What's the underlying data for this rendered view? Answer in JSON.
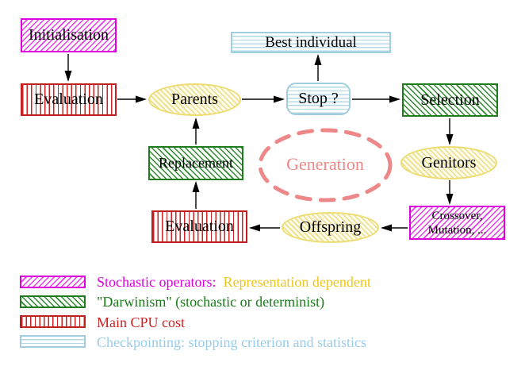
{
  "nodes": {
    "initialisation": {
      "label": "Initialisation"
    },
    "evaluation_top": {
      "label": "Evaluation"
    },
    "parents": {
      "label": "Parents"
    },
    "best_individual": {
      "label": "Best individual"
    },
    "stop": {
      "label": "Stop ?"
    },
    "selection": {
      "label": "Selection"
    },
    "genitors": {
      "label": "Genitors"
    },
    "crossover": {
      "label_line1": "Crossover,",
      "label_line2": "Mutation, ..."
    },
    "offspring": {
      "label": "Offspring"
    },
    "evaluation_bottom": {
      "label": "Evaluation"
    },
    "replacement": {
      "label": "Replacement"
    },
    "generation": {
      "label": "Generation"
    }
  },
  "legend": {
    "rows": [
      {
        "label": "Stochastic operators:",
        "label2": "Representation dependent"
      },
      {
        "label": "\"Darwinism\" (stochastic or determinist)"
      },
      {
        "label": "Main CPU cost"
      },
      {
        "label": "Checkpointing: stopping criterion and statistics"
      }
    ]
  },
  "colors": {
    "magenta": "#dd00dd",
    "red": "#cc2222",
    "green": "#1e7b1e",
    "yellow_border": "#ecdc72",
    "cyan": "#a0cede",
    "salmon": "#ee8888",
    "gold_text": "#edc51e",
    "blue_text": "#99cce8",
    "arrow": "#000000"
  }
}
